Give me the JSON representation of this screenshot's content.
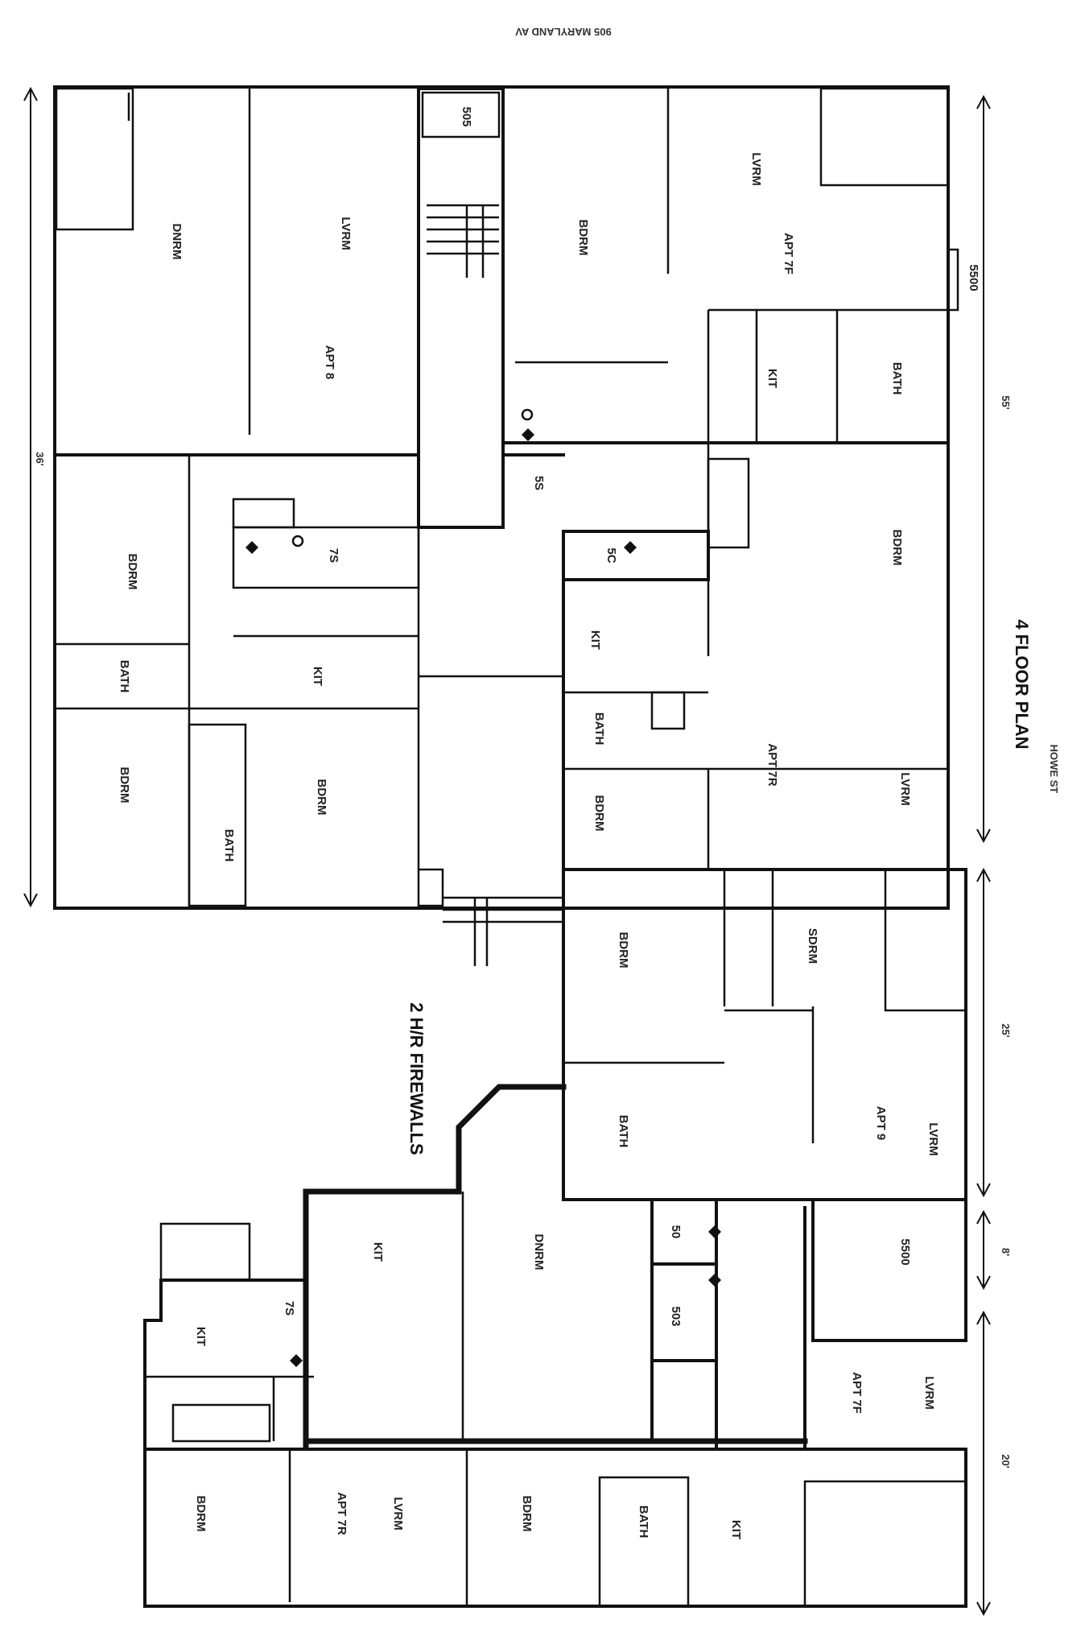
{
  "top_text": "905 MARYLAND AV",
  "plan_title": "4 FLOOR PLAN",
  "street": "HOWE ST",
  "firewall_note": "2 H/R FIREWALLS",
  "rooms": {
    "apt8": "APT 8",
    "apt7f_top": "APT 7F",
    "apt7r_top": "APT 7R",
    "apt9": "APT 9",
    "apt7f_bottom": "APT 7F",
    "apt7r_bottom": "APT 7R",
    "dnrm": "DNRM",
    "lvrm": "LVRM",
    "bdrm": "BDRM",
    "bath": "BATH",
    "kit": "KIT",
    "sdrm": "SDRM",
    "s05": "505",
    "s5": "5S",
    "s7": "7S",
    "s5c": "5C",
    "s500": "5500",
    "s50": "50",
    "s503": "503"
  },
  "dimensions": {
    "left_top": "36'",
    "right_top": "55'",
    "right_mid": "25'",
    "right_small": "8'",
    "right_bottom": "20'"
  }
}
